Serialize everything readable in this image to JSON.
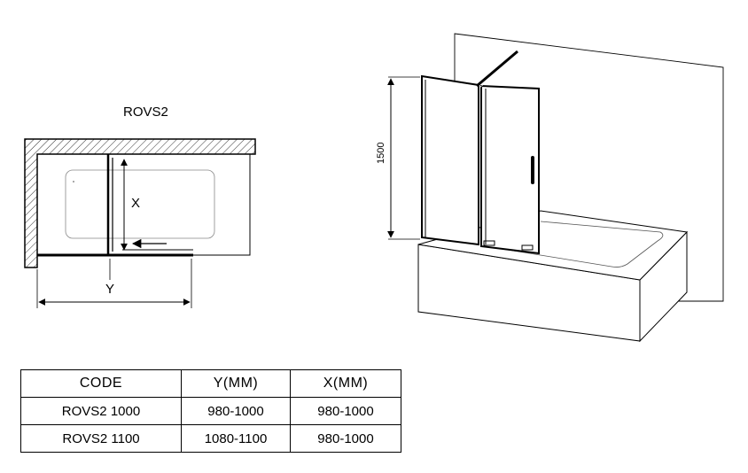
{
  "plan": {
    "model_label": "ROVS2",
    "dim_x_label": "X",
    "dim_y_label": "Y"
  },
  "elevation": {
    "height_label": "1500"
  },
  "table": {
    "headers": [
      "CODE",
      "Y(MM)",
      "X(MM)"
    ],
    "rows": [
      [
        "ROVS2 1000",
        "980-1000",
        "980-1000"
      ],
      [
        "ROVS2 1100",
        "1080-1100",
        "980-1000"
      ]
    ]
  }
}
